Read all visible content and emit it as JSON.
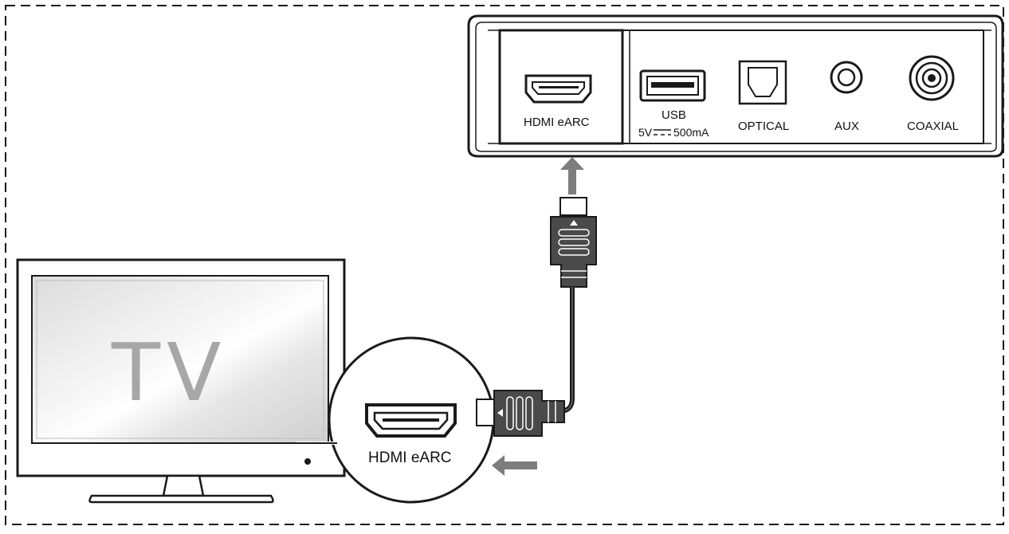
{
  "diagram": {
    "tv": {
      "label": "TV"
    },
    "soundbar_panel": {
      "ports": {
        "hdmi": "HDMI  eARC",
        "usb_name": "USB",
        "usb_rating_left": "5V",
        "usb_rating_right": "500mA",
        "optical": "OPTICAL",
        "aux": "AUX",
        "coaxial": "COAXIAL"
      }
    },
    "tv_callout": {
      "hdmi": "HDMI eARC"
    },
    "colors": {
      "outline": "#1a1a1a",
      "arrow": "#7d7d7d",
      "connector": "#4a4a4a",
      "tv_text": "#a7a7a7"
    }
  }
}
